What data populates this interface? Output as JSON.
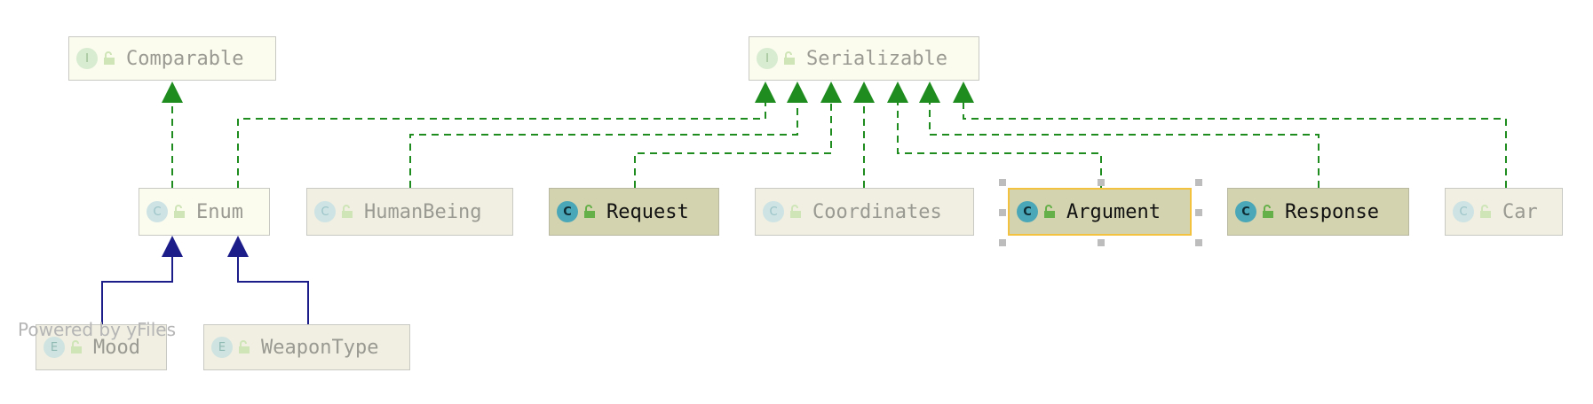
{
  "diagram": {
    "nodes": {
      "comparable": {
        "badge": "I",
        "label": "Comparable"
      },
      "serializable": {
        "badge": "I",
        "label": "Serializable"
      },
      "enum": {
        "badge": "C",
        "label": "Enum"
      },
      "humanbeing": {
        "badge": "C",
        "label": "HumanBeing"
      },
      "request": {
        "badge": "C",
        "label": "Request"
      },
      "coordinates": {
        "badge": "C",
        "label": "Coordinates"
      },
      "argument": {
        "badge": "C",
        "label": "Argument"
      },
      "response": {
        "badge": "C",
        "label": "Response"
      },
      "car": {
        "badge": "C",
        "label": "Car"
      },
      "mood": {
        "badge": "E",
        "label": "Mood"
      },
      "weapontype": {
        "badge": "E",
        "label": "WeaponType"
      }
    },
    "colors": {
      "implements_edge": "#1e8c1e",
      "extends_edge": "#1d1d8a",
      "selection_border": "#f3c23f"
    }
  },
  "watermark": "Powered by yFiles"
}
